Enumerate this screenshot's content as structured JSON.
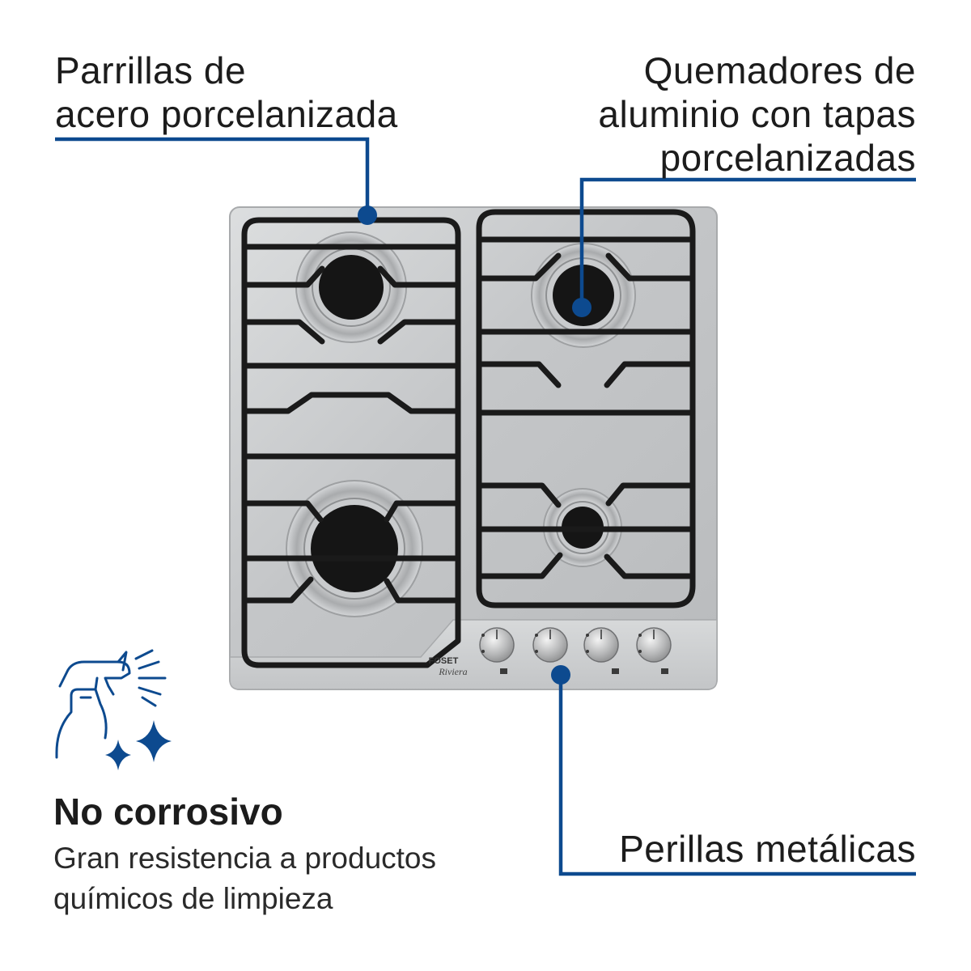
{
  "callouts": {
    "grates": [
      "Parrillas de",
      "acero porcelanizada"
    ],
    "burners": [
      "Quemadores de",
      "aluminio con tapas",
      "porcelanizadas"
    ],
    "knobs": [
      "Perillas metálicas"
    ]
  },
  "feature": {
    "title": "No corrosivo",
    "description": [
      "Gran resistencia a productos",
      "químicos de limpieza"
    ]
  },
  "brand": {
    "name": "FOSET",
    "model": "Riviera"
  },
  "colors": {
    "accent": "#0d4a8f",
    "steel": "#c9cbcd",
    "grate": "#1a1a1a"
  },
  "icons": [
    "spray-bottle-icon",
    "sparkle-icon"
  ]
}
